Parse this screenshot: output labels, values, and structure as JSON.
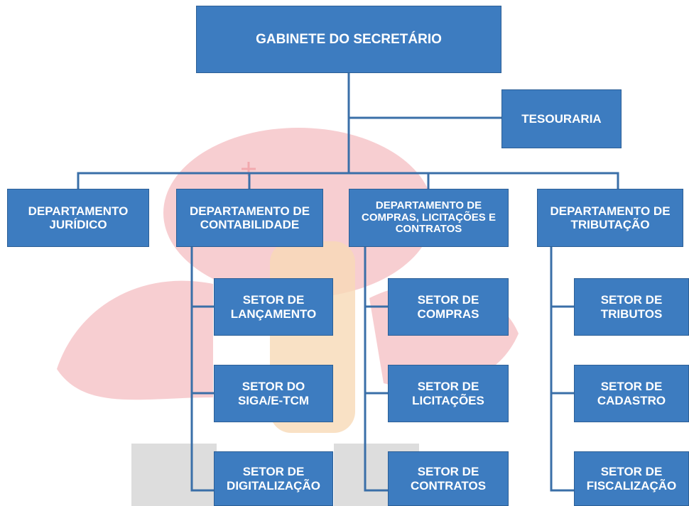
{
  "colors": {
    "box_fill": "#3d7cc0",
    "box_border": "#2c5f96",
    "connector": "#3a6fa8",
    "watermark_pink": "#f6c6c9",
    "watermark_gray": "#d9d9d9"
  },
  "watermark": {
    "description_icon": "logo-watermark-icon"
  },
  "org": {
    "root": "GABINETE DO SECRETÁRIO",
    "staff": "TESOURARIA",
    "departments": {
      "juridico": "DEPARTAMENTO JURÍDICO",
      "contabilidade": "DEPARTAMENTO DE CONTABILIDADE",
      "compras": "DEPARTAMENTO DE COMPRAS, LICITAÇÕES E CONTRATOS",
      "tributacao": "DEPARTAMENTO DE TRIBUTAÇÃO"
    },
    "sectors": {
      "lancamento": "SETOR DE LANÇAMENTO",
      "siga": "SETOR DO SIGA/E-TCM",
      "digitalizacao": "SETOR DE DIGITALIZAÇÃO",
      "compras": "SETOR DE COMPRAS",
      "licitacoes": "SETOR DE LICITAÇÕES",
      "contratos": "SETOR DE CONTRATOS",
      "tributos": "SETOR DE TRIBUTOS",
      "cadastro": "SETOR DE CADASTRO",
      "fiscalizacao": "SETOR DE FISCALIZAÇÃO"
    }
  }
}
